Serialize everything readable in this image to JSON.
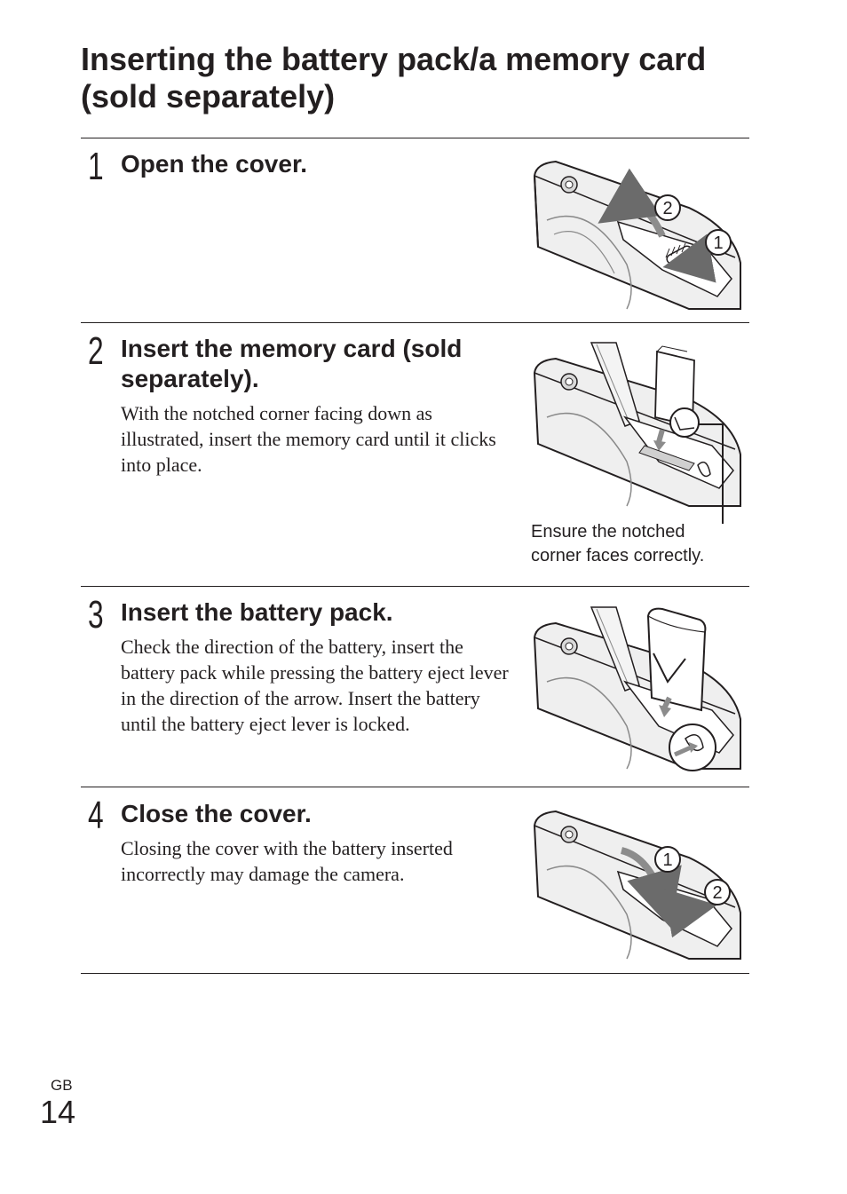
{
  "page": {
    "title": "Inserting the battery pack/a memory card (sold separately)",
    "region": "GB",
    "number": "14"
  },
  "steps": [
    {
      "number": "1",
      "heading": "Open the cover.",
      "body": "",
      "callouts": [
        "2",
        "1"
      ]
    },
    {
      "number": "2",
      "heading": "Insert the memory card (sold separately).",
      "body": "With the notched corner facing down as illustrated, insert the memory card until it clicks into place.",
      "caption_line1": "Ensure the notched",
      "caption_line2": "corner faces correctly."
    },
    {
      "number": "3",
      "heading": "Insert the battery pack.",
      "body": "Check the direction of the battery, insert the battery pack while pressing the battery eject lever in the direction of the arrow. Insert the battery until the battery eject lever is locked."
    },
    {
      "number": "4",
      "heading": "Close the cover.",
      "body": "Closing the cover with the battery inserted incorrectly may damage the camera.",
      "callouts": [
        "1",
        "2"
      ]
    }
  ]
}
